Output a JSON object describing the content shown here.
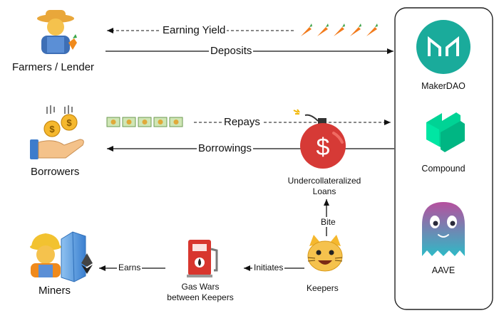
{
  "nodes": {
    "farmers": "Farmers / Lender",
    "borrowers": "Borrowers",
    "miners": "Miners",
    "gas_wars": "Gas Wars\nbetween Keepers",
    "keepers": "Keepers",
    "loans": "Undercollateralized\nLoans",
    "makerdao": "MakerDAO",
    "compound": "Compound",
    "aave": "AAVE"
  },
  "edges": {
    "earning_yield": "Earning Yield",
    "deposits": "Deposits",
    "repays": "Repays",
    "borrowings": "Borrowings",
    "bite": "Bite",
    "initiates": "Initiates",
    "earns": "Earns"
  },
  "icons": {
    "farmer": "farmer-icon",
    "carrot": "carrot-icon",
    "hand_coins": "hand-coins-icon",
    "money": "banknote-icon",
    "bomb": "bomb-dollar-icon",
    "miner": "construction-worker-icon",
    "eth_server": "ethereum-server-icon",
    "gas_pump": "gas-pump-icon",
    "cat": "cat-face-icon",
    "maker_logo": "makerdao-logo",
    "compound_logo": "compound-logo",
    "aave_logo": "aave-ghost-logo"
  },
  "colors": {
    "maker": "#1aab9b",
    "compound": "#00d395",
    "bomb": "#d63a36"
  }
}
